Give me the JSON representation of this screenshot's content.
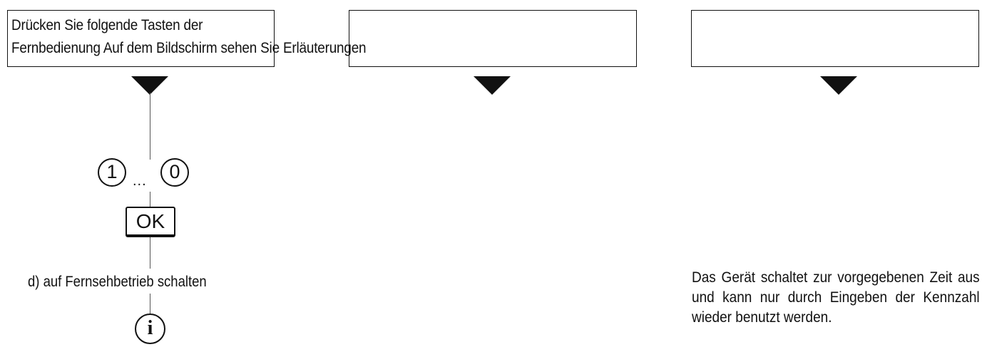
{
  "intro_text": {
    "line1": "Drücken Sie folgende Tasten der",
    "line2": "Fernbedienung Auf dem Bildschirm sehen Sie Erläuterungen"
  },
  "keys": {
    "digit_first": "1",
    "ellipsis": "...",
    "digit_last": "0",
    "ok": "OK",
    "info": "i"
  },
  "step": {
    "label": "d) auf Fernsehbetrieb schalten"
  },
  "note": {
    "text": "Das Gerät schaltet zur vorgegebenen Zeit aus und kann nur durch Eingeben der Kennzahl wieder benutzt werden."
  }
}
